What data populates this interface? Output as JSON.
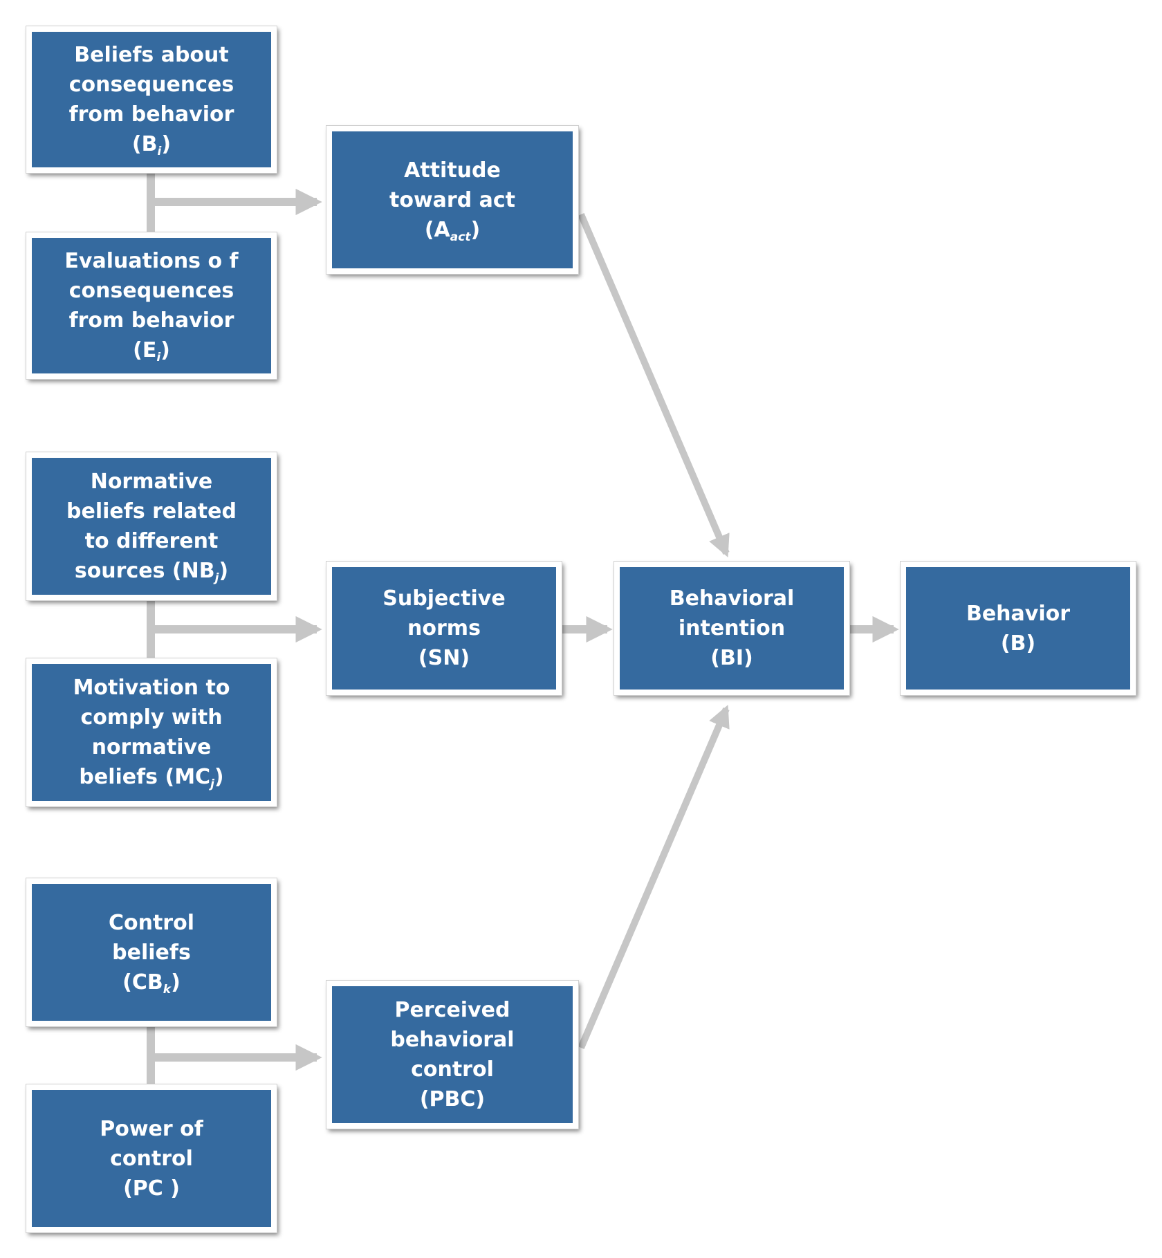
{
  "boxes": {
    "beliefs_consequences": {
      "lines": [
        "Beliefs about",
        "consequences",
        "from behavior"
      ],
      "last": {
        "pre": "(B",
        "sub": "i",
        "post": ")"
      }
    },
    "evaluations_consequences": {
      "lines": [
        "Evaluations o f",
        "consequences",
        "from behavior"
      ],
      "last": {
        "pre": "(E",
        "sub": "i",
        "post": ")"
      }
    },
    "attitude": {
      "lines": [
        "Attitude",
        "toward act"
      ],
      "last": {
        "pre": "(A",
        "sub": "act",
        "post": ")"
      }
    },
    "normative_beliefs": {
      "lines": [
        "Normative",
        "beliefs related",
        "to different"
      ],
      "last": {
        "pre": "sources (NB",
        "sub": "j",
        "post": ")"
      }
    },
    "motivation_comply": {
      "lines": [
        "Motivation to",
        "comply with",
        "normative"
      ],
      "last": {
        "pre": "beliefs (MC",
        "sub": "j",
        "post": ")"
      }
    },
    "subjective_norms": {
      "lines": [
        "Subjective",
        "norms",
        "(SN)"
      ]
    },
    "behavioral_intention": {
      "lines": [
        "Behavioral",
        "intention",
        "(BI)"
      ]
    },
    "behavior": {
      "lines": [
        "Behavior",
        "(B)"
      ]
    },
    "control_beliefs": {
      "lines": [
        "Control",
        "beliefs"
      ],
      "last": {
        "pre": "(CB",
        "sub": "k",
        "post": ")"
      }
    },
    "power_control": {
      "lines": [
        "Power of",
        "control",
        "(PC )"
      ]
    },
    "perceived_control": {
      "lines": [
        "Perceived",
        "behavioral",
        "control",
        "(PBC)"
      ]
    }
  },
  "colors": {
    "box_fill": "#356a9f",
    "box_border": "#ffffff",
    "connector": "#c6c6c6",
    "text": "#ffffff"
  }
}
